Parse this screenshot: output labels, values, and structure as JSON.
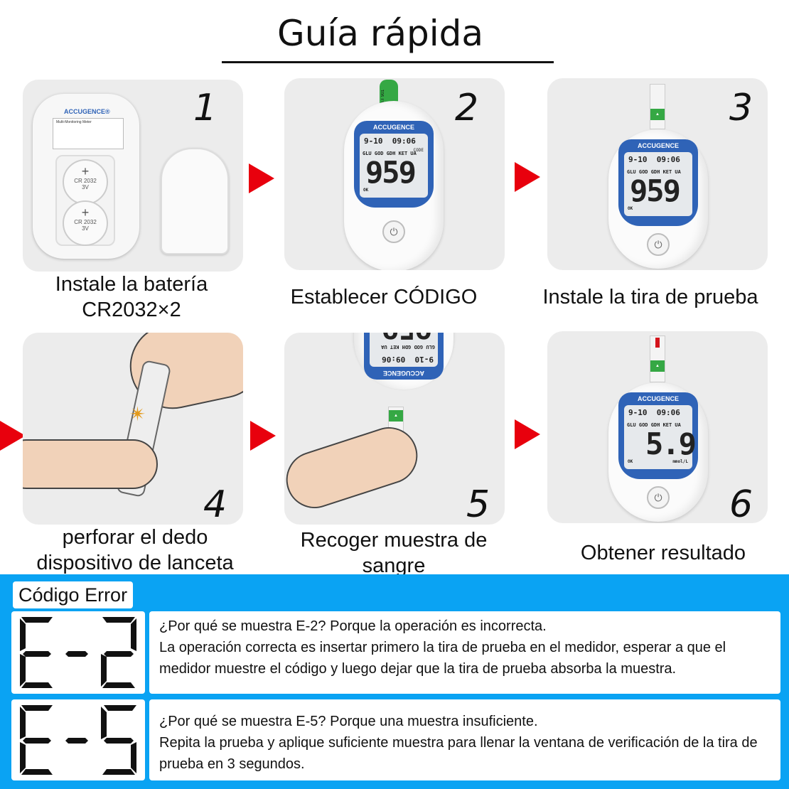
{
  "header": {
    "title": "Guía rápida"
  },
  "steps": [
    {
      "number": "1",
      "caption": "Instale la batería CR2032×2",
      "caption_line1": "Instale la batería",
      "caption_line2": "CR2032×2"
    },
    {
      "number": "2",
      "caption": "Establecer CÓDIGO"
    },
    {
      "number": "3",
      "caption": "Instale la tira de prueba"
    },
    {
      "number": "4",
      "caption_line1": "perforar el dedo",
      "caption_line2": "dispositivo de lanceta"
    },
    {
      "number": "5",
      "caption_line1": "Recoger muestra de",
      "caption_line2": "sangre"
    },
    {
      "number": "6",
      "caption": "Obtener resultado"
    }
  ],
  "device": {
    "brand": "ACCUGENCE",
    "brand_back": "ACCUGENCE®",
    "back_subtitle": "Multi-Monitoring Meter",
    "battery_label": "CR 2032",
    "battery_voltage": "3V",
    "strip_label": "KET 901",
    "lcd_date": "9-10",
    "lcd_time": "09:06",
    "lcd_modes": "GLU GOD GDH KET UA",
    "lcd_code_label": "CODE",
    "lcd_code_value": "959",
    "lcd_result": "5.9",
    "lcd_unit": "mmol/L",
    "lcd_ok": "OK"
  },
  "errors": {
    "section_title": "Código Error",
    "items": [
      {
        "code": "E-2",
        "line1": "¿Por qué se muestra E-2? Porque la operación es incorrecta.",
        "line2": "La operación correcta es insertar primero la tira de prueba en el medidor, esperar a que el medidor muestre el código y luego dejar que la tira de prueba absorba la muestra."
      },
      {
        "code": "E-5",
        "line1": "¿Por qué se muestra E-5? Porque una muestra insuficiente.",
        "line2": "Repita la prueba y aplique suficiente muestra para llenar la ventana de verificación de la tira de prueba en 3 segundos."
      }
    ]
  },
  "colors": {
    "arrow": "#e8000d",
    "error_bg": "#0aa3f3",
    "brand_blue": "#2f63b7",
    "strip_green": "#35a844"
  }
}
